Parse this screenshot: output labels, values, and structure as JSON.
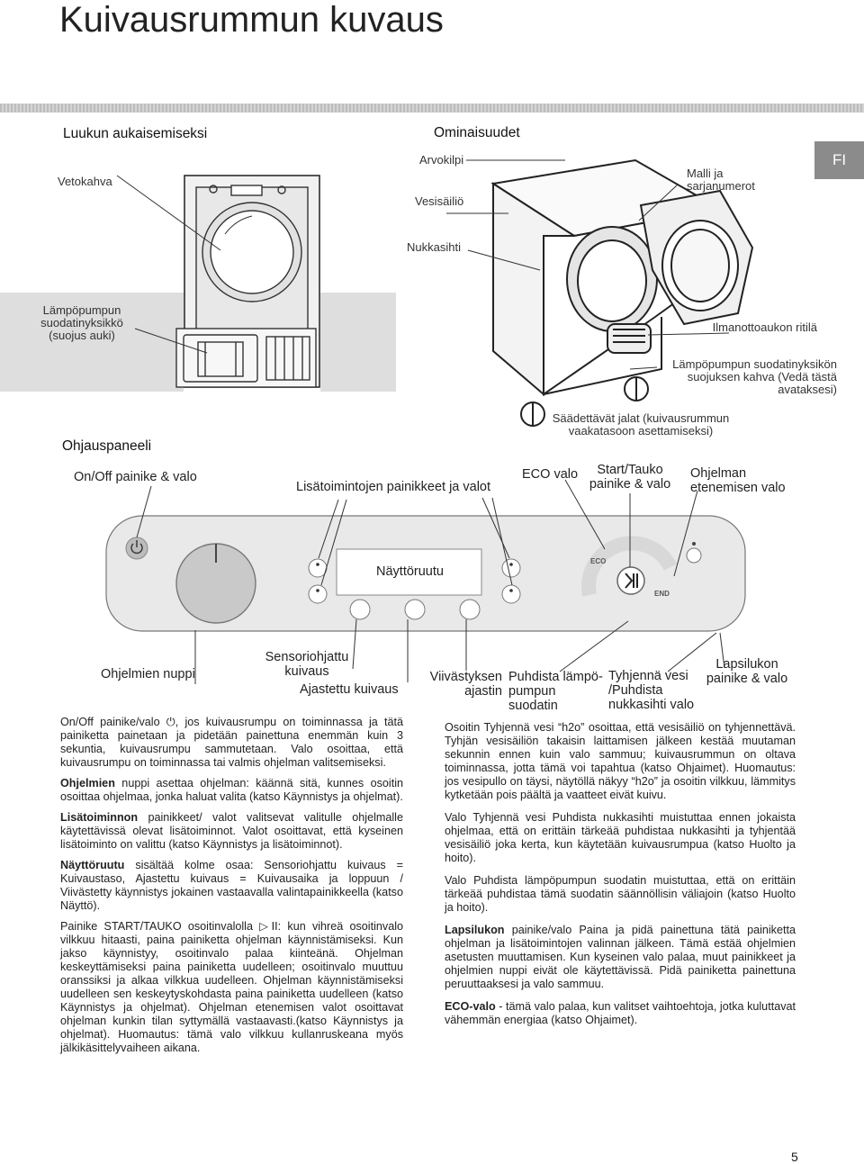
{
  "page": {
    "title": "Kuivausrummun kuvaus",
    "lang_tab": "FI",
    "page_number": "5"
  },
  "section_door": {
    "heading": "Luukun aukaisemiseksi",
    "vetokahva": "Vetokahva",
    "filter_label": "Lämpöpumpun suodatinyksikkö (suojus auki)"
  },
  "section_features": {
    "heading": "Ominaisuudet",
    "arvokilpi": "Arvokilpi",
    "vesisailio": "Vesisäiliö",
    "malli": "Malli ja sarjanumerot",
    "nukkasihti": "Nukkasihti",
    "ilmanotto": "Ilmanottoaukon ritilä",
    "kahva": "Lämpöpumpun suodatinyksikön suojuksen kahva (Vedä tästä avataksesi)",
    "jalat": "Säädettävät jalat (kuivausrummun vaakatasoon asettamiseksi)"
  },
  "control_panel": {
    "heading": "Ohjauspaneeli",
    "onoff": "On/Off painike & valo",
    "lisatoiminnot": "Lisätoimintojen painikkeet ja valot",
    "eco_valo": "ECO valo",
    "start_tauko": "Start/Tauko painike & valo",
    "etenemisen": "Ohjelman etenemisen valo",
    "nayttoruutu": "Näyttöruutu",
    "eco_badge": "ECO",
    "end_badge": "END",
    "nuppi": "Ohjelmien nuppi",
    "sensori": "Sensoriohjattu kuivaus",
    "ajastettu": "Ajastettu kuivaus",
    "viivastys": "Viivästyksen ajastin",
    "puhdista": "Puhdista lämpö-pumpun suodatin",
    "tyhjenna": "Tyhjennä vesi /Puhdista nukkasihti valo",
    "lapsilukko": "Lapsilukon painike & valo"
  },
  "text_left": [
    {
      "bold": "",
      "text": "On/Off painike/valo ⏻, jos kuivausrumpu on toiminnassa ja tätä painiketta painetaan ja pidetään painettuna enemmän kuin 3 sekuntia, kuivausrumpu sammutetaan. Valo osoittaa, että kuivausrumpu on toiminnassa tai valmis ohjelman valitsemiseksi."
    },
    {
      "bold": "Ohjelmien",
      "text": " nuppi asettaa ohjelman: käännä sitä, kunnes osoitin osoittaa ohjelmaa, jonka haluat valita (katso Käynnistys ja ohjelmat)."
    },
    {
      "bold": "Lisätoiminnon",
      "text": " painikkeet/ valot valitsevat valitulle ohjelmalle käytettävissä olevat lisätoiminnot. Valot osoittavat, että kyseinen lisätoiminto on valittu (katso Käynnistys ja lisätoiminnot)."
    },
    {
      "bold": "Näyttöruutu",
      "text": " sisältää kolme osaa: Sensoriohjattu kuivaus = Kuivaustaso, Ajastettu kuivaus = Kuivausaika ja loppuun / Viivästetty käynnistys jokainen vastaavalla valintapainikkeella (katso Näyttö)."
    },
    {
      "bold": "",
      "text": "Painike START/TAUKO osoitinvalolla ▷II: kun vihreä osoitinvalo vilkkuu hitaasti, paina painiketta ohjelman käynnistämiseksi. Kun jakso käynnistyy, osoitinvalo palaa kiinteänä. Ohjelman keskeyttämiseksi paina painiketta uudelleen; osoitinvalo muuttuu oranssiksi ja alkaa vilkkua uudelleen. Ohjelman käynnistämiseksi uudelleen sen keskeytyskohdasta paina painiketta uudelleen (katso Käynnistys ja ohjelmat). Ohjelman etenemisen valot osoittavat ohjelman kunkin tilan syttymällä vastaavasti.(katso Käynnistys ja ohjelmat). Huomautus: tämä valo vilkkuu kullanruskeana myös jälkikäsittelyvaiheen aikana."
    }
  ],
  "text_right": [
    {
      "bold": "",
      "text": "Osoitin Tyhjennä vesi “h2o” osoittaa, että vesisäiliö on tyhjennettävä. Tyhjän vesisäiliön takaisin laittamisen jälkeen kestää muutaman sekunnin ennen kuin valo sammuu; kuivausrummun on oltava toiminnassa, jotta tämä voi tapahtua (katso Ohjaimet). Huomautus: jos vesipullo on täysi, näytöllä näkyy “h2o” ja osoitin vilkkuu, lämmitys kytketään pois päältä ja vaatteet eivät kuivu."
    },
    {
      "bold": "",
      "text": "Valo Tyhjennä vesi Puhdista nukkasihti muistuttaa ennen jokaista ohjelmaa, että on erittäin tärkeää puhdistaa nukkasihti ja tyhjentää vesisäiliö joka kerta, kun käytetään kuivausrumpua (katso Huolto ja hoito)."
    },
    {
      "bold": "",
      "text": "Valo Puhdista lämpöpumpun suodatin muistuttaa, että on erittäin tärkeää puhdistaa tämä suodatin säännöllisin väliajoin (katso Huolto ja hoito)."
    },
    {
      "bold": "Lapsilukon",
      "text": " painike/valo Paina ja pidä painettuna tätä painiketta ohjelman ja lisätoimintojen valinnan jälkeen. Tämä estää ohjelmien asetusten muuttamisen. Kun kyseinen valo palaa, muut painikkeet ja ohjelmien nuppi eivät ole käytettävissä. Pidä painiketta painettuna peruuttaaksesi ja valo sammuu."
    },
    {
      "bold": "ECO-valo",
      "text": " - tämä valo palaa, kun valitset vaihtoehtoja, jotka kuluttavat vähemmän energiaa (katso Ohjaimet)."
    }
  ],
  "colors": {
    "panel_fill": "#e9e9e9",
    "dial_fill": "#c9c9c9",
    "accent_gray": "#8b8b8b"
  }
}
